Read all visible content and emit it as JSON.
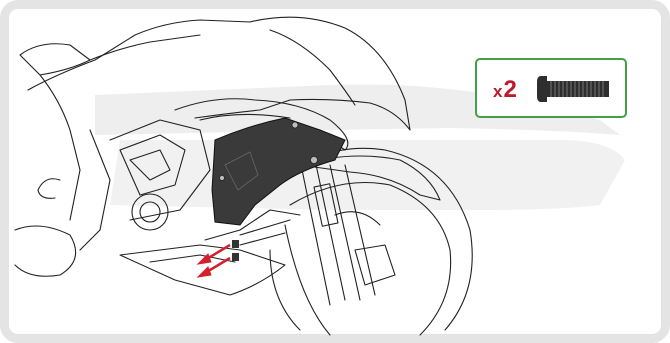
{
  "callout": {
    "quantity_prefix": "x",
    "quantity": "2",
    "part_icon": "bolt-icon"
  },
  "colors": {
    "frame": "#e4e4e4",
    "callout_border": "#43a047",
    "quantity_text": "#c0172b",
    "arrow": "#d3202f",
    "part": "#3a3a3a",
    "watermark": "#eeeeee",
    "line_art": "#222222"
  },
  "diagram": {
    "subject": "motorcycle-front-fairing",
    "highlighted_part": "side-fairing-panel",
    "arrows": 2
  }
}
